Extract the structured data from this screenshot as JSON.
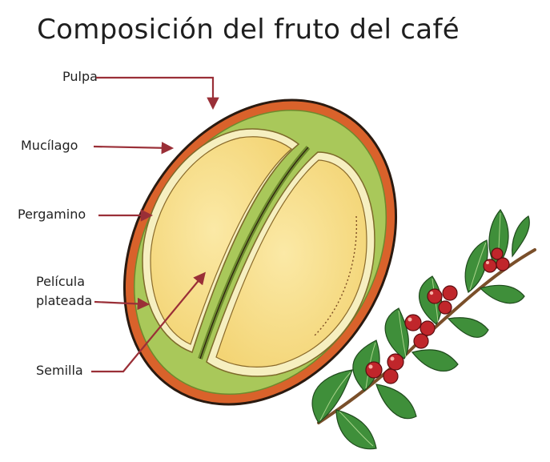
{
  "title": "Composición del fruto del café",
  "labels": {
    "pulpa": "Pulpa",
    "mucilago": "Mucílago",
    "pergamino": "Pergamino",
    "pelicula_line1": "Película",
    "pelicula_line2": "plateada",
    "semilla": "Semilla"
  },
  "colors": {
    "pulpa": "#d9622b",
    "mucilago": "#a9c85a",
    "pergamino": "#f6efc0",
    "pelicula": "#dcc878",
    "semilla": "#f9e08a",
    "arrow": "#9a2f37",
    "outline": "#2a1a10",
    "leaf": "#3f8f3a",
    "berry": "#c0262b",
    "stem": "#7a4f2a"
  }
}
